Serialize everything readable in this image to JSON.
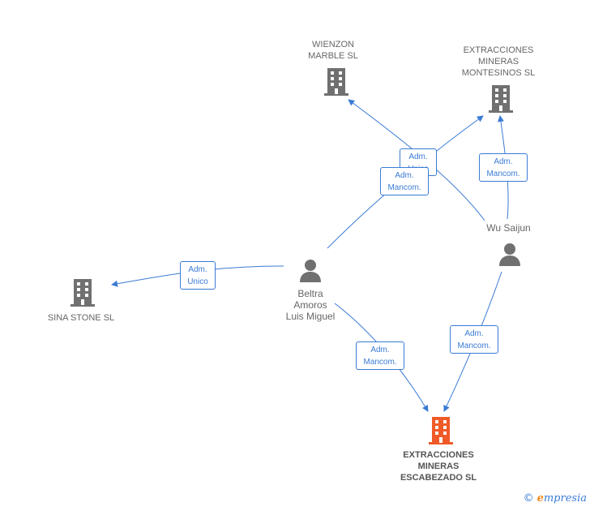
{
  "colors": {
    "edge": "#3a7bd5",
    "company_icon": "#707070",
    "main_company_icon": "#f05a28",
    "person_icon": "#707070"
  },
  "nodes": {
    "wienzon": {
      "label": "WIENZON\nMARBLE SL",
      "icon": "building-icon"
    },
    "montesinos": {
      "label": "EXTRACCIONES\nMINERAS\nMONTESINOS SL",
      "icon": "building-icon"
    },
    "sina": {
      "label": "SINA STONE SL",
      "icon": "building-icon"
    },
    "escabezado": {
      "label": "EXTRACCIONES\nMINERAS\nESCABEZADO SL",
      "icon": "building-icon"
    },
    "beltra": {
      "label": "Beltra\nAmoros\nLuis Miguel",
      "icon": "person-icon"
    },
    "wu": {
      "label": "Wu Saijun",
      "icon": "person-icon"
    }
  },
  "edges": {
    "beltra_sina": "Adm.\nUnico",
    "beltra_wienzon": "Adm.\nUnico",
    "beltra_montesinos": "Adm.\nMancom.",
    "wu_montesinos": "Adm.\nMancom.",
    "beltra_escabezado": "Adm.\nMancom.",
    "wu_escabezado": "Adm.\nMancom."
  },
  "brand": {
    "copyright": "©",
    "initial": "e",
    "name": "mpresia"
  }
}
